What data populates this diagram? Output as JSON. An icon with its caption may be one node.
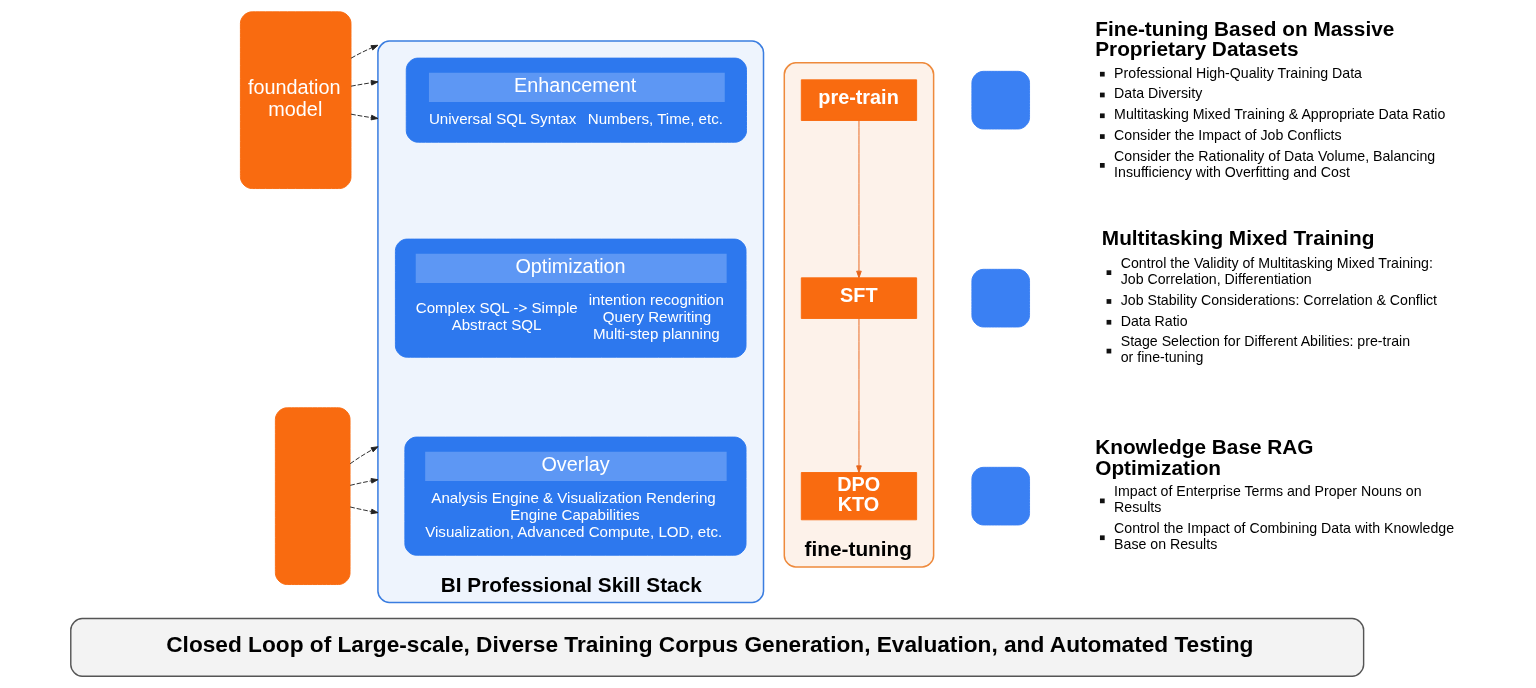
{
  "diagram": {
    "nodes": [
      {
        "text": [
          "foundation model"
        ]
      },
      {
        "text": [],
        "shape": "box"
      },
      {
        "text": [
          "BI Professional Skill Stack"
        ]
      },
      {
        "text": [
          "Enhancement",
          "Universal SQL Syntax",
          "Numbers, Time, etc."
        ],
        "in": 2
      },
      {
        "text": [
          "Optimization",
          "Complex SQL -> Simple Abstract SQL",
          "intention recognition",
          "Query Rewriting",
          "Multi-step planning"
        ],
        "in": 2
      },
      {
        "text": [
          "Overlay",
          "Analysis Engine & Visualization Rendering Engine Capabilities",
          "Visualization, Advanced Compute, LOD, etc."
        ],
        "in": 2
      },
      {
        "text": [
          "fine-tuning"
        ]
      },
      {
        "text": [
          "pre-train"
        ],
        "in": 6
      },
      {
        "text": [
          "SFT"
        ],
        "in": 6
      },
      {
        "text": [
          "DPO KTO"
        ],
        "in": 6
      },
      {
        "text": [],
        "shape": "box",
        "beside": [
          "Fine-tuning Based on Massive Proprietary Datasets",
          "Professional High-Quality Training Data",
          "Data Diversity",
          "Multitasking Mixed Training & Appropriate Data Ratio",
          "Consider the Impact of Job Conflicts",
          "Consider the Rationality of Data Volume, Balancing Insufficiency with Overfitting and Cost"
        ]
      },
      {
        "text": [],
        "shape": "box",
        "beside": [
          "Multitasking Mixed Training",
          "Control the Validity of Multitasking Mixed Training: Job Correlation, Differentiation",
          "Job Stability Considerations: Correlation & Conflict",
          "Data Ratio",
          "Stage Selection for Different Abilities: pre-train or fine-tuning"
        ]
      },
      {
        "text": [],
        "shape": "box",
        "beside": [
          "Knowledge Base RAG Optimization",
          "Impact of Enterprise Terms and Proper Nouns on Results",
          "Control the Impact of Combining Data with Knowledge Base on Results"
        ]
      },
      {
        "text": [
          "Closed Loop of Large-scale, Diverse Training Corpus Generation, Evaluation, and Automated Testing"
        ]
      }
    ],
    "edges": [
      {
        "from": 0,
        "to": 2,
        "arrow": "to",
        "style": "dashed"
      },
      {
        "from": 0,
        "to": 2,
        "arrow": "to",
        "style": "dashed"
      },
      {
        "from": 0,
        "to": 2,
        "arrow": "to",
        "style": "dashed"
      },
      {
        "from": 1,
        "to": 2,
        "arrow": "to",
        "style": "dashed"
      },
      {
        "from": 1,
        "to": 2,
        "arrow": "to",
        "style": "dashed"
      },
      {
        "from": 1,
        "to": 2,
        "arrow": "to",
        "style": "dashed"
      },
      {
        "from": 7,
        "to": 8,
        "arrow": "to",
        "color": "#e8641a"
      },
      {
        "from": 8,
        "to": 9,
        "arrow": "to",
        "color": "#e8641a"
      }
    ]
  }
}
